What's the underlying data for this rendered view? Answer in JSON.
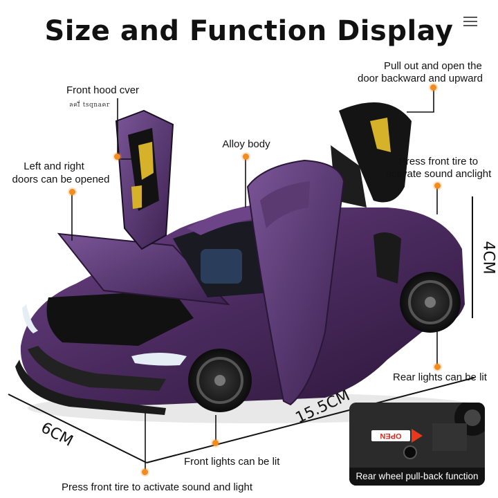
{
  "title": "Size and Function Display",
  "labels": {
    "front_hood": "Front hood cver",
    "front_hood_sub": "ลคlี่ tsqnaคr",
    "left_right_doors_1": "Left and right",
    "left_right_doors_2": "doors can be opened",
    "alloy_body": "Alloy body",
    "pull_out_1": "Pull out and open the",
    "pull_out_2": "door backward and upward",
    "press_front_1": "Press front tire to",
    "press_front_2": "activate sound anclight",
    "rear_lights": "Rear lights can be lit",
    "front_lights": "Front lights can be lit",
    "press_bottom": "Press front tire to activate sound and light",
    "inset_caption": "Rear wheel pull-back function",
    "open_tag": "OPEN"
  },
  "dimensions": {
    "height": "4CM",
    "length": "15.5CM",
    "width": "6CM"
  },
  "icons": {
    "menu": "hamburger-menu-icon",
    "marker": "orange-dot-icon"
  },
  "colors": {
    "accent": "#f28c1e",
    "car_body": "#4a2a5e",
    "open_red": "#e8391c"
  }
}
